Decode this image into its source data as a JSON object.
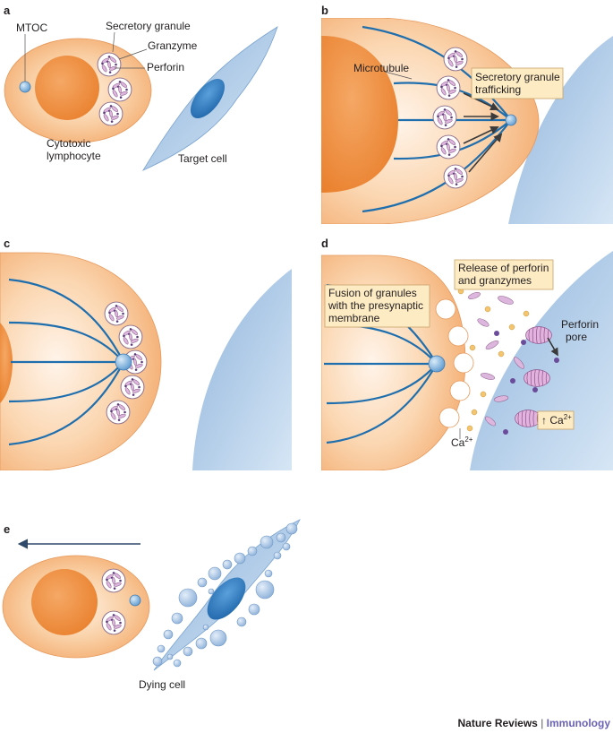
{
  "panels": {
    "a": {
      "label": "a",
      "mtoc": "MTOC",
      "secretory_granule": "Secretory granule",
      "granzyme": "Granzyme",
      "perforin": "Perforin",
      "cytotoxic_line1": "Cytotoxic",
      "cytotoxic_line2": "lymphocyte",
      "target_cell": "Target cell"
    },
    "b": {
      "label": "b",
      "microtubule": "Microtubule",
      "trafficking_line1": "Secretory granule",
      "trafficking_line2": "trafficking"
    },
    "c": {
      "label": "c"
    },
    "d": {
      "label": "d",
      "release_line1": "Release of perforin",
      "release_line2": "and granzymes",
      "fusion_line1": "Fusion of granules",
      "fusion_line2": "with the presynaptic",
      "fusion_line3": "membrane",
      "perforin_pore_line1": "Perforin",
      "perforin_pore_line2": "pore",
      "ca_box": "↑ Ca",
      "ca_box_sup": "2+",
      "ca_label": "Ca",
      "ca_label_sup": "2+"
    },
    "e": {
      "label": "e",
      "dying_cell": "Dying cell"
    }
  },
  "footer": {
    "journal": "Nature Reviews",
    "separator": " | ",
    "section": "Immunology"
  },
  "colors": {
    "cell_orange": "#f5b27a",
    "nucleus_orange": "#ee8a3c",
    "target_blue": "#a9c7e6",
    "target_nucleus": "#2f7fc1",
    "microtubule": "#1f6fae",
    "granule_purple": "#dcb6dc",
    "box_fill": "#fdebc3",
    "calcium": "#f5c46e",
    "perforin_dot": "#6b4c9a",
    "footer_section": "#6a63b5"
  }
}
